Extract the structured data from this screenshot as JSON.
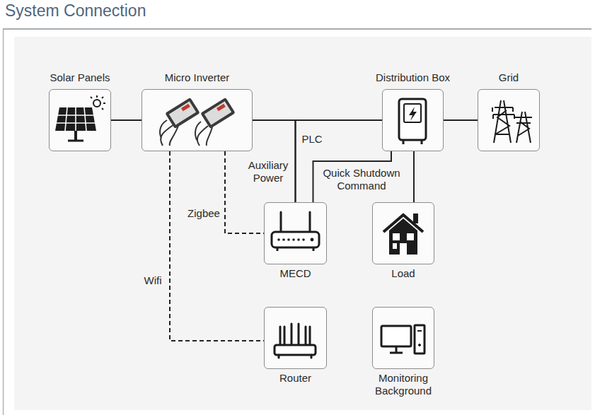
{
  "diagram": {
    "title": "System Connection",
    "nodes": [
      {
        "text": [
          "Solar Panels"
        ]
      },
      {
        "text": [
          "Micro Inverter"
        ]
      },
      {
        "text": [
          "Distribution Box"
        ]
      },
      {
        "text": [
          "Grid"
        ]
      },
      {
        "text": [
          "MECD"
        ]
      },
      {
        "text": [
          "Load"
        ]
      },
      {
        "text": [
          "Router"
        ]
      },
      {
        "text": [
          "Monitoring Background"
        ]
      }
    ],
    "edges": [
      {
        "from": 0,
        "to": 1,
        "arrow": "none"
      },
      {
        "from": 1,
        "to": 2,
        "arrow": "none"
      },
      {
        "from": 2,
        "to": 3,
        "arrow": "none"
      },
      {
        "from": 1,
        "to": 4,
        "label": "PLC",
        "arrow": "none"
      },
      {
        "from": 2,
        "to": 4,
        "label": "Auxiliary Power",
        "arrow": "none"
      },
      {
        "from": 2,
        "to": 4,
        "label": "Quick Shutdown Command",
        "arrow": "none"
      },
      {
        "from": 2,
        "to": 5,
        "arrow": "none"
      },
      {
        "from": 1,
        "to": 4,
        "label": "Zigbee",
        "arrow": "none"
      },
      {
        "from": 1,
        "to": 6,
        "label": "Wifi",
        "arrow": "none"
      }
    ]
  }
}
